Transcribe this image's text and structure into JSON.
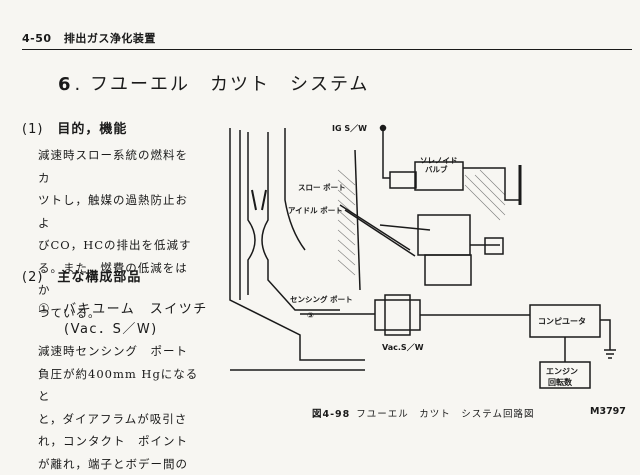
{
  "header": {
    "page_number": "4-50",
    "chapter_title": "排出ガス浄化装置"
  },
  "section": {
    "number": "6",
    "title": ". フユーエル　カツト　システム"
  },
  "subsection_1": {
    "number": "(1)",
    "title": "目的，機能",
    "body": "減速時スロー系統の燃料をカ\nツトし，触媒の過熱防止およ\nびCO，HCの排出を低減す\nる。また，燃費の低減をはか\nつている。"
  },
  "subsection_2": {
    "number": "(2)",
    "title": "主な構成部品"
  },
  "component_1": {
    "number": "①",
    "name": "バキユーム　スイツチ",
    "name_code": "(Vac．S／W)",
    "body": "減速時センシング　ポート\n負圧が約400mm Hgになると\nと，ダイアフラムが吸引さ\nれ，コンタクト　ポイント\nが離れ，端子とボデー間の"
  },
  "diagram": {
    "label_ig_sw": "IG S／W",
    "label_solenoid_line1": "ソレノイド",
    "label_solenoid_line2": "バルブ",
    "label_slow_port": "スロー ポート",
    "label_idle_port": "アイドル ポート",
    "label_sensing_port": "センシング ポート",
    "label_circle_3": "③",
    "label_vac_sw": "Vac.S／W",
    "label_computer": "コンピユータ",
    "label_engine_line1": "エンジン",
    "label_engine_line2": "回転数"
  },
  "caption": {
    "figure_number": "図4-98",
    "figure_title": "フユーエル　カツト　システム回路図",
    "code": "M3797"
  }
}
